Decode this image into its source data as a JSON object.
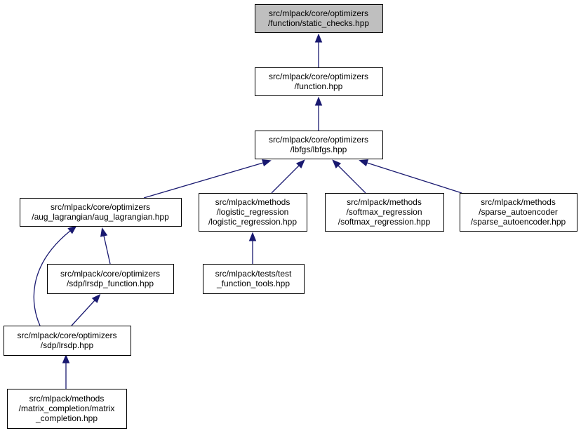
{
  "nodes": [
    {
      "id": "static_checks",
      "lines": [
        "src/mlpack/core/optimizers",
        "/function/static_checks.hpp"
      ],
      "root": true
    },
    {
      "id": "function",
      "lines": [
        "src/mlpack/core/optimizers",
        "/function.hpp"
      ]
    },
    {
      "id": "lbfgs",
      "lines": [
        "src/mlpack/core/optimizers",
        "/lbfgs/lbfgs.hpp"
      ]
    },
    {
      "id": "aug_lagrangian",
      "lines": [
        "src/mlpack/core/optimizers",
        "/aug_lagrangian/aug_lagrangian.hpp"
      ]
    },
    {
      "id": "logistic_regression",
      "lines": [
        "src/mlpack/methods",
        "/logistic_regression",
        "/logistic_regression.hpp"
      ]
    },
    {
      "id": "softmax_regression",
      "lines": [
        "src/mlpack/methods",
        "/softmax_regression",
        "/softmax_regression.hpp"
      ]
    },
    {
      "id": "sparse_autoencoder",
      "lines": [
        "src/mlpack/methods",
        "/sparse_autoencoder",
        "/sparse_autoencoder.hpp"
      ]
    },
    {
      "id": "test_function_tools",
      "lines": [
        "src/mlpack/tests/test",
        "_function_tools.hpp"
      ]
    },
    {
      "id": "lrsdp_function",
      "lines": [
        "src/mlpack/core/optimizers",
        "/sdp/lrsdp_function.hpp"
      ]
    },
    {
      "id": "lrsdp",
      "lines": [
        "src/mlpack/core/optimizers",
        "/sdp/lrsdp.hpp"
      ]
    },
    {
      "id": "matrix_completion",
      "lines": [
        "src/mlpack/methods",
        "/matrix_completion/matrix",
        "_completion.hpp"
      ]
    }
  ],
  "edges": [
    {
      "from": "function",
      "to": "static_checks"
    },
    {
      "from": "lbfgs",
      "to": "function"
    },
    {
      "from": "aug_lagrangian",
      "to": "lbfgs"
    },
    {
      "from": "logistic_regression",
      "to": "lbfgs"
    },
    {
      "from": "softmax_regression",
      "to": "lbfgs"
    },
    {
      "from": "sparse_autoencoder",
      "to": "lbfgs"
    },
    {
      "from": "test_function_tools",
      "to": "logistic_regression"
    },
    {
      "from": "lrsdp_function",
      "to": "aug_lagrangian"
    },
    {
      "from": "lrsdp",
      "to": "aug_lagrangian"
    },
    {
      "from": "lrsdp",
      "to": "lrsdp_function"
    },
    {
      "from": "matrix_completion",
      "to": "lrsdp"
    }
  ],
  "colors": {
    "edge": "#191970",
    "root_fill": "#bfbfbf",
    "node_fill": "#ffffff",
    "border": "#000000"
  }
}
